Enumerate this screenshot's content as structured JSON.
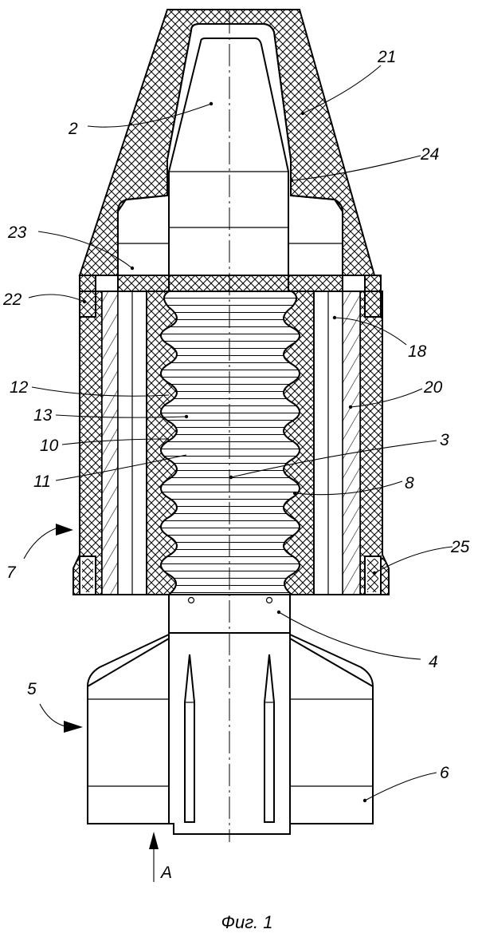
{
  "caption": "Фиг. 1",
  "view_arrow_label": "A",
  "labels": {
    "l2": "2",
    "l3": "3",
    "l4": "4",
    "l5": "5",
    "l6": "6",
    "l7": "7",
    "l8": "8",
    "l10": "10",
    "l11": "11",
    "l12": "12",
    "l13": "13",
    "l18": "18",
    "l20": "20",
    "l21": "21",
    "l22": "22",
    "l23": "23",
    "l24": "24",
    "l25": "25"
  },
  "colors": {
    "line": "#000000",
    "background": "#ffffff"
  }
}
